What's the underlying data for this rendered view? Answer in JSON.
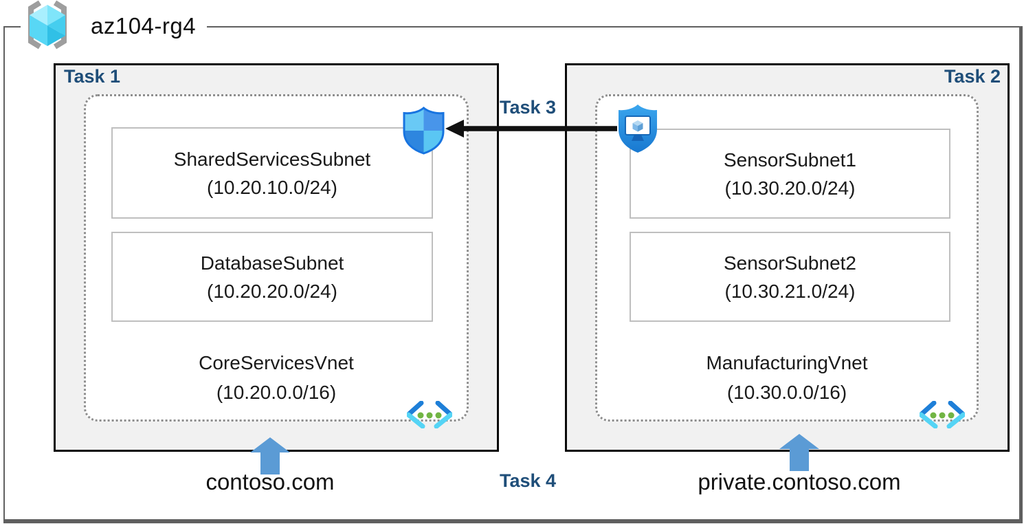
{
  "resource_group": {
    "label": "az104-rg4",
    "icon": "resource-group-icon"
  },
  "task_labels": {
    "task1": "Task 1",
    "task2": "Task 2",
    "task3": "Task 3",
    "task4": "Task 4"
  },
  "vnets": [
    {
      "name": "CoreServicesVnet",
      "cidr": "(10.20.0.0/16)",
      "dns": "contoso.com",
      "icon": "virtual-network-icon",
      "subnets": [
        {
          "name": "SharedServicesSubnet",
          "cidr": "(10.20.10.0/24)"
        },
        {
          "name": "DatabaseSubnet",
          "cidr": "(10.20.20.0/24)"
        }
      ]
    },
    {
      "name": "ManufacturingVnet",
      "cidr": "(10.30.0.0/16)",
      "dns": "private.contoso.com",
      "icon": "virtual-network-icon",
      "subnets": [
        {
          "name": "SensorSubnet1",
          "cidr": "(10.30.20.0/24)"
        },
        {
          "name": "SensorSubnet2",
          "cidr": "(10.30.21.0/24)"
        }
      ]
    }
  ],
  "icons": {
    "nsg": "network-security-group-shield-icon",
    "bastion": "bastion-shield-icon",
    "connection": "left-pointing-arrow",
    "dns_pointer": "up-arrow"
  },
  "colors": {
    "task_label": "#1F4E79",
    "zone_fill": "#F1F1F1",
    "zone_border": "#0A0A0A",
    "subnet_border": "#BFBFBF",
    "dotted_border": "#8E8E8E",
    "dns_arrow": "#5B9BD5",
    "connection_arrow": "#111111",
    "vnet_icon_blue": "#1E7FD8",
    "vnet_icon_cyan": "#55D4F5",
    "vnet_icon_green": "#71B544"
  }
}
